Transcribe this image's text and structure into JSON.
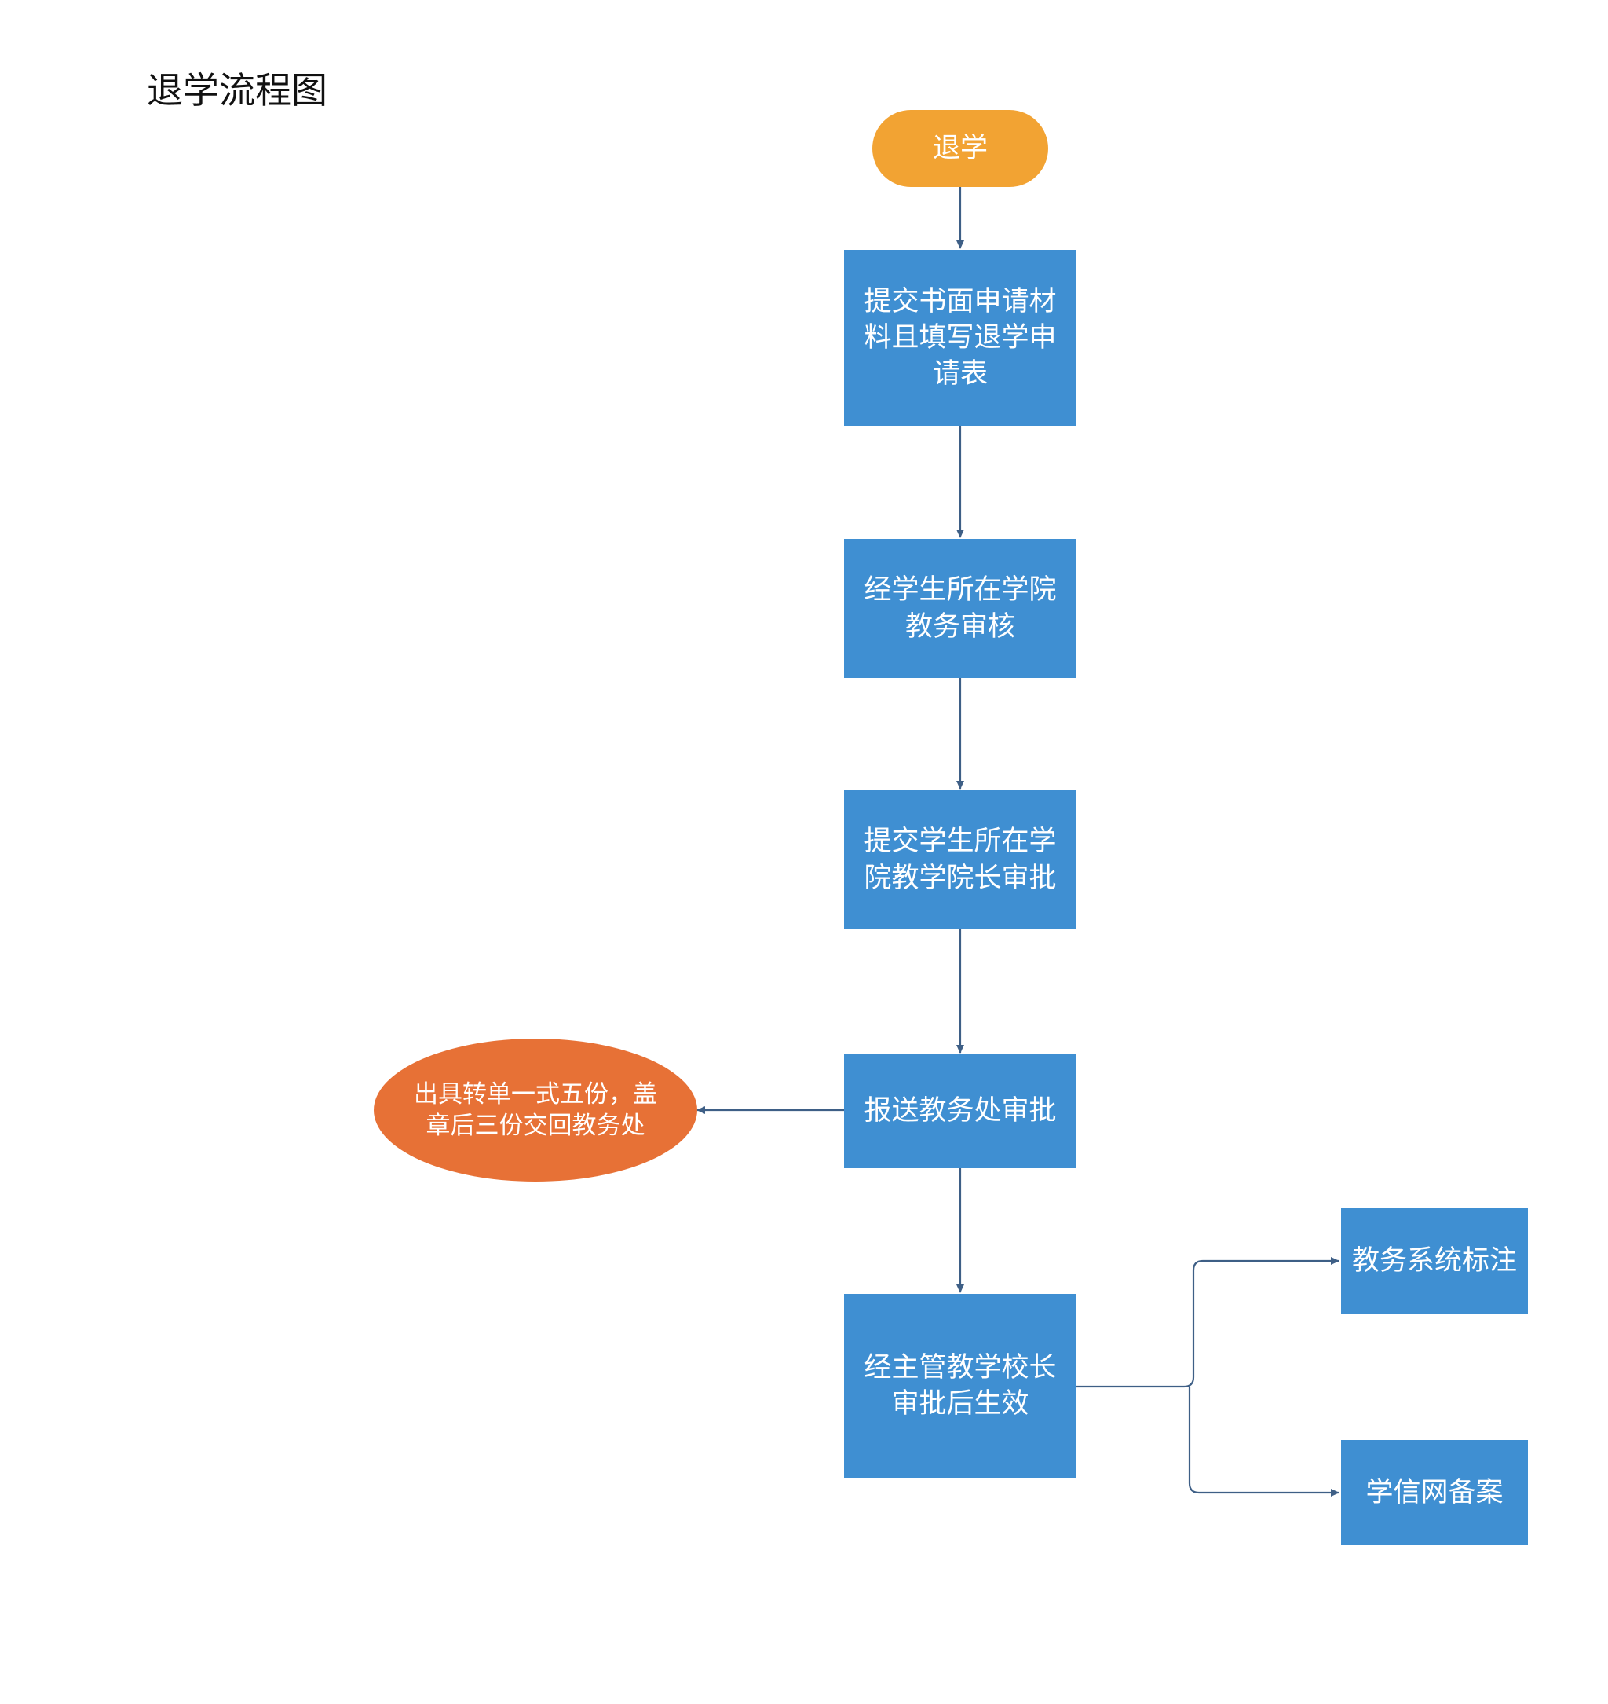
{
  "title": "退学流程图",
  "colors": {
    "start": "#f2a333",
    "process": "#3f8fd2",
    "side_output": "#e77136",
    "connector": "#3e5f86",
    "text": "#ffffff"
  },
  "nodes": {
    "start": {
      "label": "退学"
    },
    "submit": {
      "label": "提交书面申请材料且填写退学申请表"
    },
    "college_review": {
      "label": "经学生所在学院教务审核"
    },
    "dean_approval": {
      "label": "提交学生所在学院教学院长审批"
    },
    "office_approval": {
      "label": "报送教务处审批"
    },
    "transfer_slip": {
      "label": "出具转单一式五份，盖章后三份交回教务处"
    },
    "president_approval": {
      "label": "经主管教学校长审批后生效"
    },
    "system_mark": {
      "label": "教务系统标注"
    },
    "chsi_record": {
      "label": "学信网备案"
    }
  }
}
